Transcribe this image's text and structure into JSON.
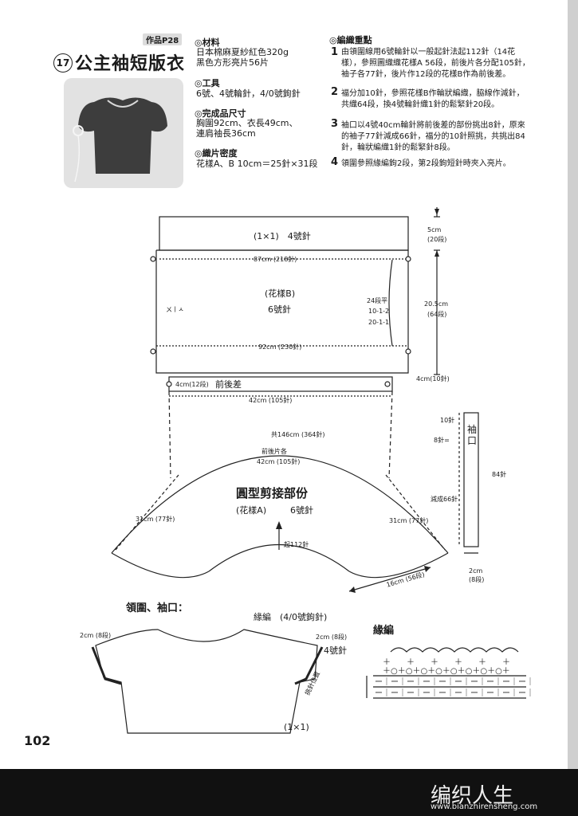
{
  "header": {
    "tag": "作品P28",
    "number": "17",
    "title": "公主袖短版衣"
  },
  "materials": {
    "label": "◎材料",
    "lines": [
      "日本棉麻夏紗紅色320g",
      "黑色方形亮片56片"
    ]
  },
  "tools": {
    "label": "◎工具",
    "lines": [
      "6號、4號輪針，4/0號鉤針"
    ]
  },
  "size": {
    "label": "◎完成品尺寸",
    "lines": [
      "胸圍92cm、衣長49cm、",
      "連肩袖長36cm"
    ]
  },
  "gauge": {
    "label": "◎織片密度",
    "lines": [
      "花樣A、B 10cm＝25針×31段"
    ]
  },
  "instructions": {
    "label": "◎編織重點",
    "steps": [
      {
        "n": "1",
        "lines": [
          "由領圍線用6號輪針以一般起針法起112針（14花",
          "樣），參照圖織織花樣A 56段，前後片各分配105針，",
          "袖子各77針，後片作12段的花樣B作為前後差。"
        ]
      },
      {
        "n": "2",
        "lines": [
          "福分加10針，參照花樣B作輪狀編織，脇線作減針，",
          "共織64段，換4號輪針織1針的鬆緊針20段。"
        ]
      },
      {
        "n": "3",
        "lines": [
          "袖口以4號40cm輪針將前後差的部份挑出8針，原來",
          "的袖子77針減成66針，福分的10針照挑，共挑出84",
          "針，輪狀編織1針的鬆緊針8段。"
        ]
      },
      {
        "n": "4",
        "lines": [
          "領圍參照緣編鉤2段，第2段鉤短針時夾入亮片。"
        ]
      }
    ]
  },
  "body_chart": {
    "rib_label": "(1×1)　4號針",
    "width_top": "87cm (218針)",
    "pattern_b": "(花樣B)",
    "needle_6": "6號針",
    "width_bottom": "92cm (230針)",
    "side_shaping": [
      "24段平",
      "10-1-2",
      "20-1-1"
    ],
    "rib_height": "5cm",
    "rib_rows": "(20段)",
    "body_height": "20.5cm",
    "body_rows": "(64段)",
    "diff_left": "4cm(12段)",
    "diff_label": "前後差",
    "diff_right": "4cm(10針)",
    "diff_width": "42cm (105針)",
    "side_mark": "ㄨㅣㅅ"
  },
  "yoke_chart": {
    "total": "共146cm (364針)",
    "front_back": "前後片各",
    "front_back_width": "42cm (105針)",
    "title": "圓型剪接部份",
    "pattern_a": "(花樣A)",
    "needle_6": "6號針",
    "sleeve_left": "31cm (77針)",
    "sleeve_right": "31cm (77針)",
    "decrease": "減成66針",
    "cast_on": "起112針",
    "neck_width": "16cm (56段)"
  },
  "cuff_chart": {
    "label": "袖口",
    "top_10": "10針",
    "pick_8": "8針=",
    "total_84": "84針",
    "depth": "2cm",
    "depth_rows": "(8段)"
  },
  "neck_section": {
    "title": "領圍、袖口：",
    "edging": "緣編　(4/0號鉤針)",
    "left_cm": "2cm (8段)",
    "right_cm": "2cm (8段)",
    "needle_4": "4號針",
    "rib_note": "(1×1)",
    "cuff_pick": "挑針位置"
  },
  "edging_chart": {
    "title": "緣編"
  },
  "footer": {
    "page": "102",
    "watermark": "编织人生",
    "url": "www.bianzhirensheng.com"
  }
}
